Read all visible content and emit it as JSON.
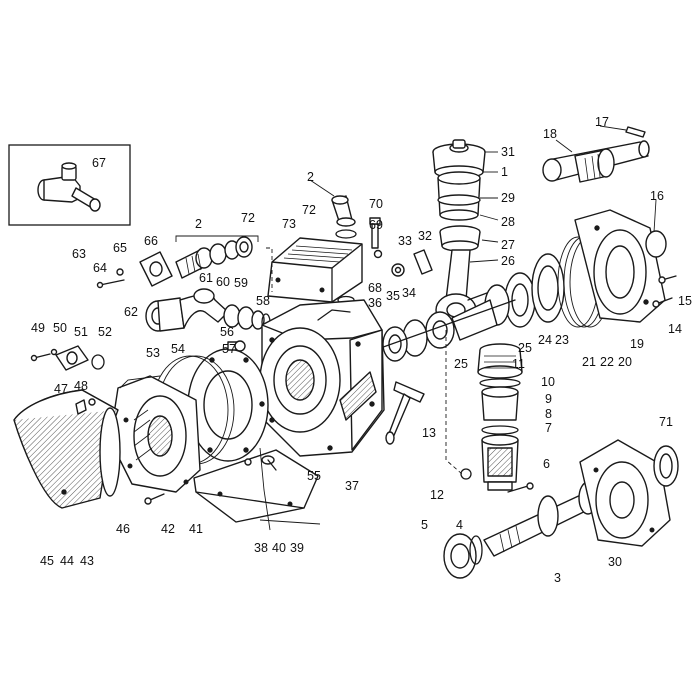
{
  "callouts": [
    {
      "id": "1",
      "text": "1"
    },
    {
      "id": "2a",
      "text": "2"
    },
    {
      "id": "2b",
      "text": "2"
    },
    {
      "id": "3",
      "text": "3"
    },
    {
      "id": "4",
      "text": "4"
    },
    {
      "id": "5",
      "text": "5"
    },
    {
      "id": "6",
      "text": "6"
    },
    {
      "id": "7",
      "text": "7"
    },
    {
      "id": "8",
      "text": "8"
    },
    {
      "id": "9",
      "text": "9"
    },
    {
      "id": "10",
      "text": "10"
    },
    {
      "id": "11",
      "text": "11"
    },
    {
      "id": "12",
      "text": "12"
    },
    {
      "id": "13",
      "text": "13"
    },
    {
      "id": "14",
      "text": "14"
    },
    {
      "id": "15",
      "text": "15"
    },
    {
      "id": "16",
      "text": "16"
    },
    {
      "id": "17",
      "text": "17"
    },
    {
      "id": "18",
      "text": "18"
    },
    {
      "id": "19",
      "text": "19"
    },
    {
      "id": "20",
      "text": "20"
    },
    {
      "id": "21",
      "text": "21"
    },
    {
      "id": "22",
      "text": "22"
    },
    {
      "id": "23",
      "text": "23"
    },
    {
      "id": "24",
      "text": "24"
    },
    {
      "id": "25a",
      "text": "25"
    },
    {
      "id": "25b",
      "text": "25"
    },
    {
      "id": "26",
      "text": "26"
    },
    {
      "id": "27",
      "text": "27"
    },
    {
      "id": "28",
      "text": "28"
    },
    {
      "id": "29",
      "text": "29"
    },
    {
      "id": "30",
      "text": "30"
    },
    {
      "id": "31",
      "text": "31"
    },
    {
      "id": "32",
      "text": "32"
    },
    {
      "id": "33",
      "text": "33"
    },
    {
      "id": "34",
      "text": "34"
    },
    {
      "id": "35",
      "text": "35"
    },
    {
      "id": "36",
      "text": "36"
    },
    {
      "id": "37",
      "text": "37"
    },
    {
      "id": "38",
      "text": "38"
    },
    {
      "id": "39",
      "text": "39"
    },
    {
      "id": "40",
      "text": "40"
    },
    {
      "id": "41",
      "text": "41"
    },
    {
      "id": "42",
      "text": "42"
    },
    {
      "id": "43",
      "text": "43"
    },
    {
      "id": "44",
      "text": "44"
    },
    {
      "id": "45",
      "text": "45"
    },
    {
      "id": "46",
      "text": "46"
    },
    {
      "id": "47",
      "text": "47"
    },
    {
      "id": "48",
      "text": "48"
    },
    {
      "id": "49",
      "text": "49"
    },
    {
      "id": "50",
      "text": "50"
    },
    {
      "id": "51",
      "text": "51"
    },
    {
      "id": "52",
      "text": "52"
    },
    {
      "id": "53",
      "text": "53"
    },
    {
      "id": "54",
      "text": "54"
    },
    {
      "id": "55",
      "text": "55"
    },
    {
      "id": "56",
      "text": "56"
    },
    {
      "id": "57",
      "text": "57"
    },
    {
      "id": "58",
      "text": "58"
    },
    {
      "id": "59",
      "text": "59"
    },
    {
      "id": "60",
      "text": "60"
    },
    {
      "id": "61",
      "text": "61"
    },
    {
      "id": "62",
      "text": "62"
    },
    {
      "id": "63",
      "text": "63"
    },
    {
      "id": "64",
      "text": "64"
    },
    {
      "id": "65",
      "text": "65"
    },
    {
      "id": "66",
      "text": "66"
    },
    {
      "id": "67",
      "text": "67"
    },
    {
      "id": "68",
      "text": "68"
    },
    {
      "id": "69",
      "text": "69"
    },
    {
      "id": "70",
      "text": "70"
    },
    {
      "id": "71",
      "text": "71"
    },
    {
      "id": "72a",
      "text": "72"
    },
    {
      "id": "72b",
      "text": "72"
    },
    {
      "id": "73",
      "text": "73"
    }
  ]
}
